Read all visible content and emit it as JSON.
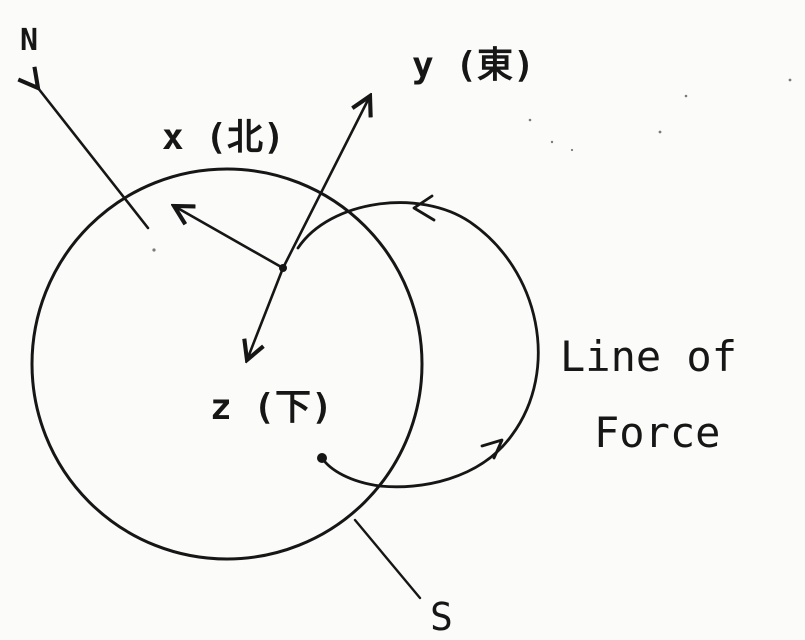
{
  "labels": {
    "north": "N",
    "x_axis": "x (北)",
    "y_axis": "y (東)",
    "z_axis": "z (下)",
    "field_line_1": "Line of",
    "field_line_2": "Force",
    "south": "S"
  },
  "colors": {
    "ink": "#161616",
    "paper": "#fbfbf9"
  }
}
